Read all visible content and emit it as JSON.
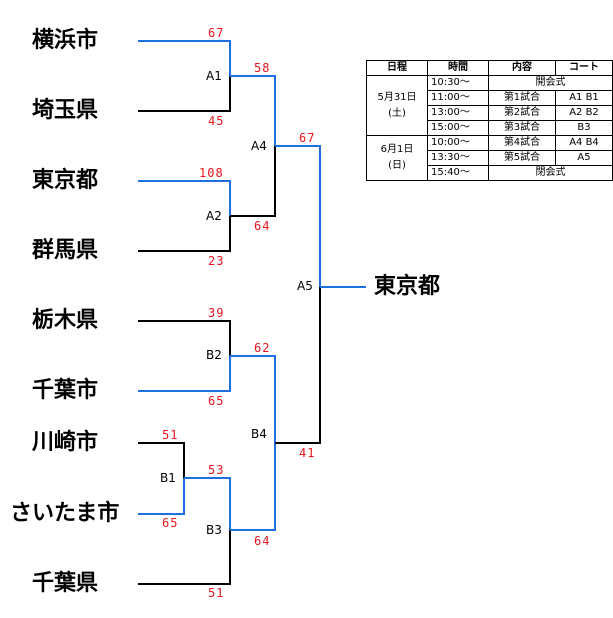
{
  "teams": {
    "yokohama": "横浜市",
    "saitama_pref": "埼玉県",
    "tokyo": "東京都",
    "gunma": "群馬県",
    "tochigi": "栃木県",
    "chiba_city": "千葉市",
    "kawasaki": "川崎市",
    "saitama_city": "さいたま市",
    "chiba_pref": "千葉県"
  },
  "scores": {
    "yokohama": "67",
    "saitama_pref": "45",
    "tokyo": "108",
    "gunma": "23",
    "tochigi": "39",
    "chiba_city": "65",
    "kawasaki": "51",
    "saitama_city": "65",
    "chiba_pref": "51",
    "a1": "58",
    "a2": "64",
    "a4": "67",
    "b1": "53",
    "b2": "62",
    "b3": "64",
    "b4": "41"
  },
  "match_labels": {
    "a1": "A1",
    "a2": "A2",
    "a4": "A4",
    "a5": "A5",
    "b1": "B1",
    "b2": "B2",
    "b3": "B3",
    "b4": "B4"
  },
  "champion": "東京都",
  "colors": {
    "win_line": "#1e6fe0",
    "lose_line": "#000000",
    "score_text": "#e8141e"
  },
  "schedule": {
    "headers": [
      "日程",
      "時間",
      "内容",
      "コート"
    ],
    "day1": [
      "5月31日",
      "(土)"
    ],
    "day2": [
      "6月1日",
      "(日)"
    ],
    "rows": [
      {
        "time": "10:30〜",
        "content": "開会式",
        "court": ""
      },
      {
        "time": "11:00〜",
        "content": "第1試合",
        "court": "A1 B1"
      },
      {
        "time": "13:00〜",
        "content": "第2試合",
        "court": "A2 B2"
      },
      {
        "time": "15:00〜",
        "content": "第3試合",
        "court": "B3"
      },
      {
        "time": "10:00〜",
        "content": "第4試合",
        "court": "A4 B4"
      },
      {
        "time": "13:30〜",
        "content": "第5試合",
        "court": "A5"
      },
      {
        "time": "15:40〜",
        "content": "閉会式",
        "court": ""
      }
    ]
  }
}
